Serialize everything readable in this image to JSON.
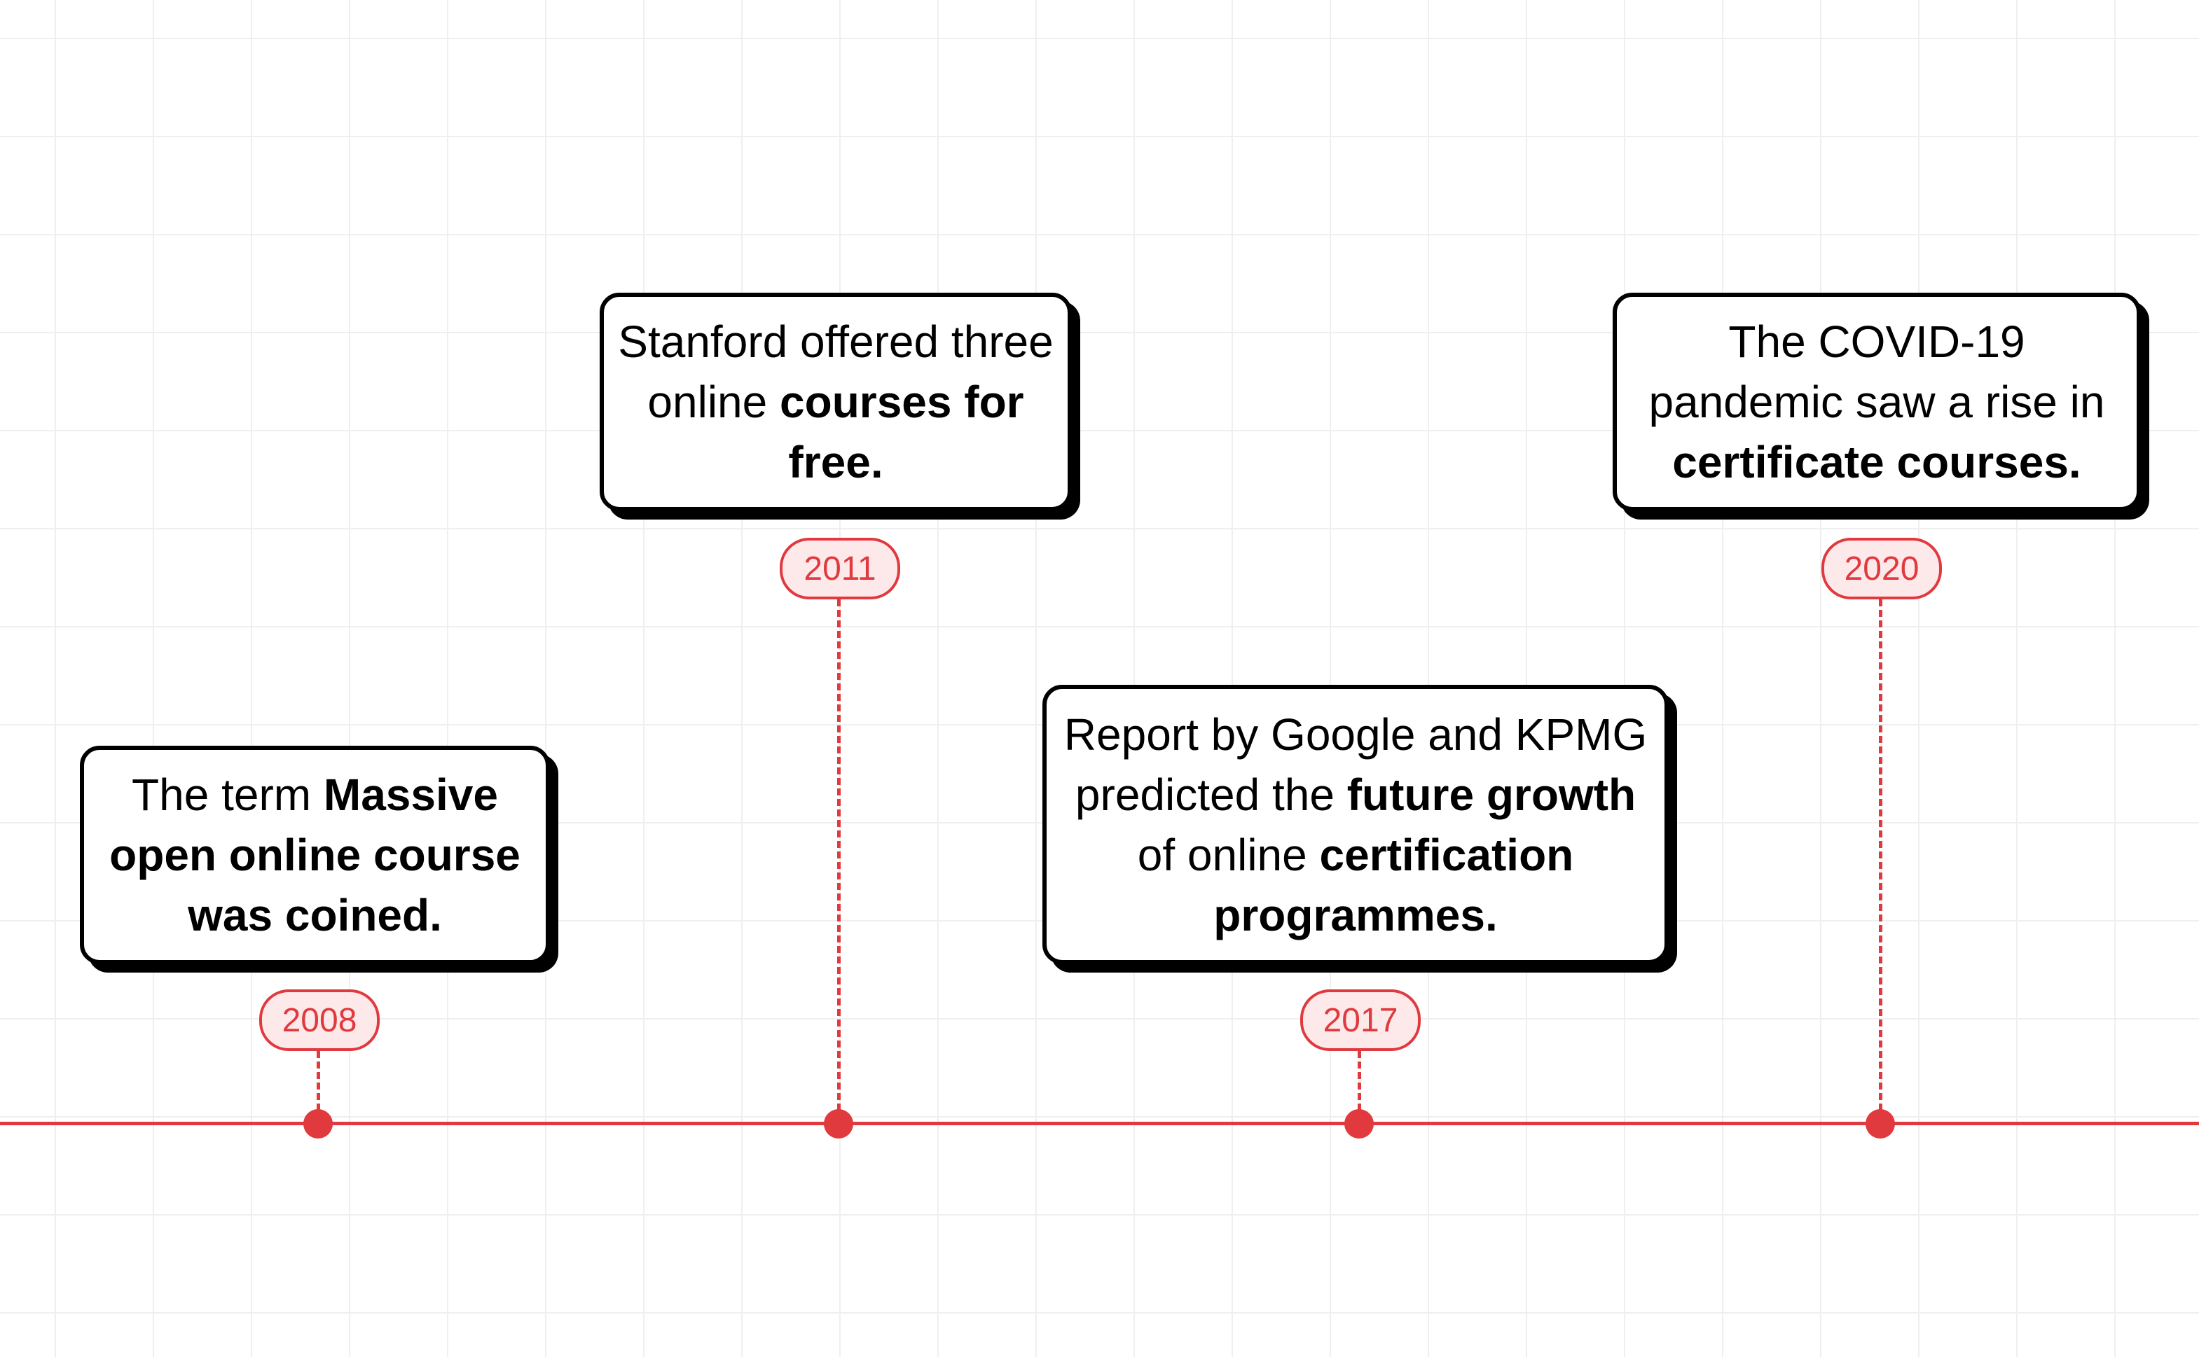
{
  "accent_color": "#e0393e",
  "events": [
    {
      "year": "2008",
      "text": [
        {
          "t": "The term ",
          "b": false
        },
        {
          "t": "Massive open online course was coined.",
          "b": true
        }
      ]
    },
    {
      "year": "2011",
      "text": [
        {
          "t": "Stanford offered three online ",
          "b": false
        },
        {
          "t": "courses for free.",
          "b": true
        }
      ]
    },
    {
      "year": "2017",
      "text": [
        {
          "t": "Report by Google and KPMG predicted the ",
          "b": false
        },
        {
          "t": "future growth",
          "b": true
        },
        {
          "t": " of online ",
          "b": false
        },
        {
          "t": "certification programmes.",
          "b": true
        }
      ]
    },
    {
      "year": "2020",
      "text": [
        {
          "t": "The COVID-19 pandemic saw a rise in ",
          "b": false
        },
        {
          "t": "certificate courses.",
          "b": true
        }
      ]
    }
  ]
}
